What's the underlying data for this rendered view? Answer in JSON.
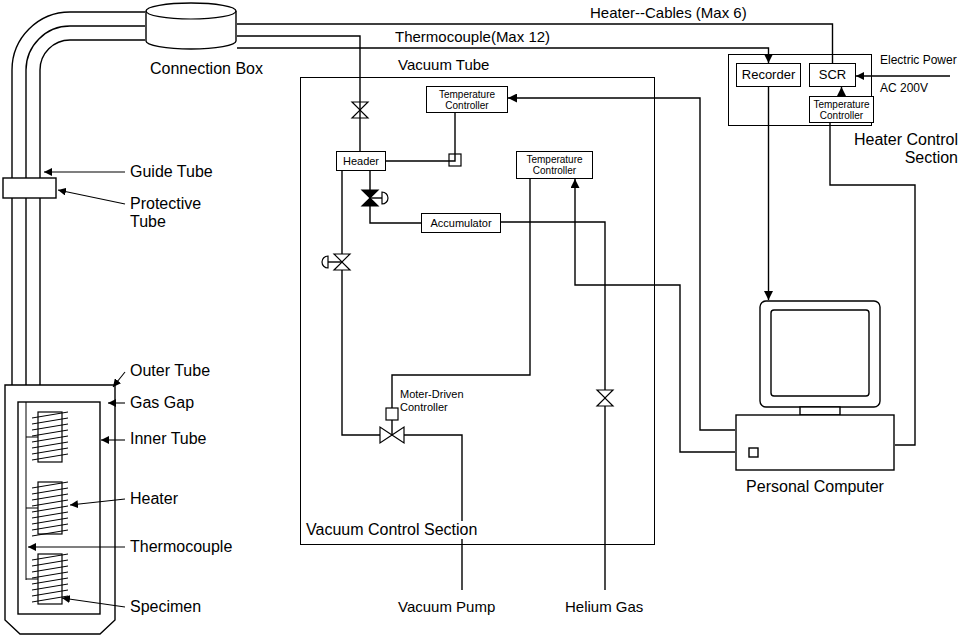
{
  "diagram": {
    "nodes": [
      {
        "text": [
          "Connection Box"
        ]
      },
      {
        "text": [
          "Vacuum Control Section"
        ]
      },
      {
        "text": [
          "Temperature Controller"
        ],
        "in": 1
      },
      {
        "text": [
          "Header"
        ],
        "in": 1
      },
      {
        "text": [
          "Temperature Controller"
        ],
        "in": 1
      },
      {
        "text": [
          "Accumulator"
        ],
        "in": 1
      },
      {
        "text": [
          "Heater Control Section"
        ]
      },
      {
        "text": [
          "Recorder"
        ],
        "in": 6
      },
      {
        "text": [
          "SCR"
        ],
        "in": 6
      },
      {
        "text": [
          "Temperature Controller"
        ],
        "in": 6
      },
      {
        "text": [
          "Personal Computer"
        ]
      }
    ],
    "edges": [
      {
        "from": 0,
        "to": 7,
        "arrow": "to"
      },
      {
        "from": 0,
        "to": 8,
        "arrow": "none"
      },
      {
        "from": 0,
        "to": 3,
        "arrow": "none"
      },
      {
        "from": 3,
        "to": 2,
        "arrow": "none"
      },
      {
        "from": 3,
        "to": 5,
        "arrow": "none"
      },
      {
        "from": 7,
        "to": 10,
        "arrow": "to"
      },
      {
        "from": 9,
        "to": 8,
        "arrow": "to"
      },
      {
        "from": 10,
        "to": 9,
        "arrow": "none"
      },
      {
        "from": 10,
        "to": 2,
        "arrow": "to"
      },
      {
        "from": 10,
        "to": 4,
        "arrow": "to"
      }
    ],
    "labels": [
      "Heater--Cables (Max 6)",
      "Thermocouple(Max 12)",
      "Vacuum Tube",
      "Guide Tube",
      "Protective Tube",
      "Outer Tube",
      "Gas Gap",
      "Inner Tube",
      "Heater",
      "Thermocouple",
      "Specimen",
      "Electric Power",
      "AC 200V",
      "Moter-Driven Controller",
      "Vacuum Pump",
      "Helium Gas"
    ]
  }
}
